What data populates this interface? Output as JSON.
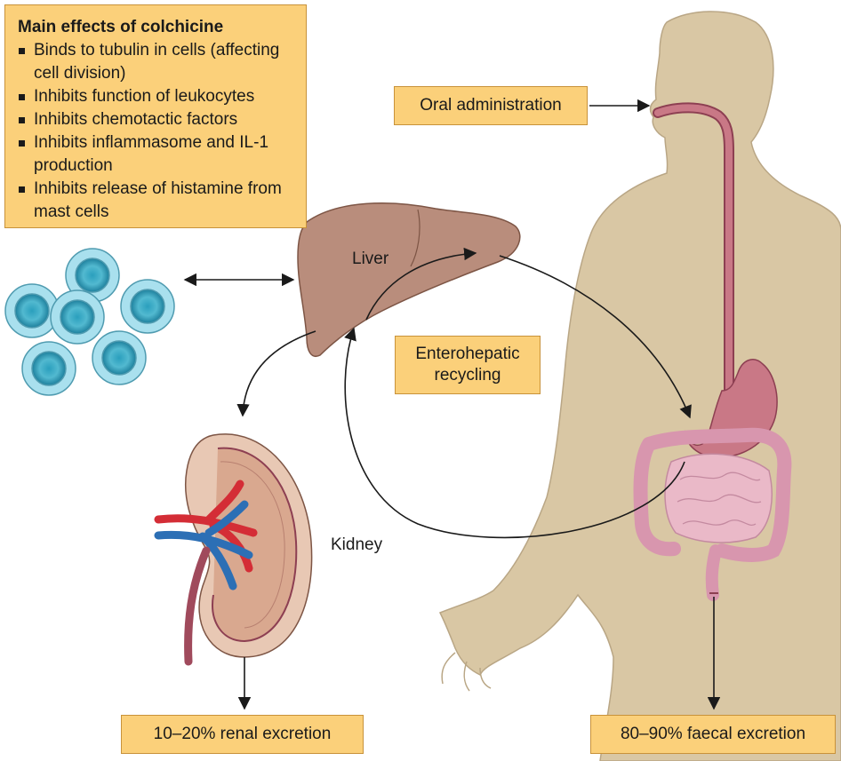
{
  "effects": {
    "title": "Main effects of colchicine",
    "items": [
      "Binds to tubulin in cells (affecting cell division)",
      "Inhibits function of leukocytes",
      "Inhibits chemotactic factors",
      "Inhibits inflammasome and IL-1 production",
      "Inhibits release of histamine from mast cells"
    ]
  },
  "labels": {
    "oral": "Oral administration",
    "liver": "Liver",
    "enterohepatic": "Enterohepatic recycling",
    "kidney": "Kidney",
    "renal": "10–20% renal excretion",
    "faecal": "80–90% faecal excretion"
  },
  "colors": {
    "box_fill": "#fbd07a",
    "body": "#d9c7a4",
    "liver": "#b98d7c",
    "gi_tract": "#c97886",
    "intestine": "#eab9c8",
    "cells": "#5bbfd3",
    "artery": "#d42d36",
    "vein": "#2c6fb5"
  }
}
